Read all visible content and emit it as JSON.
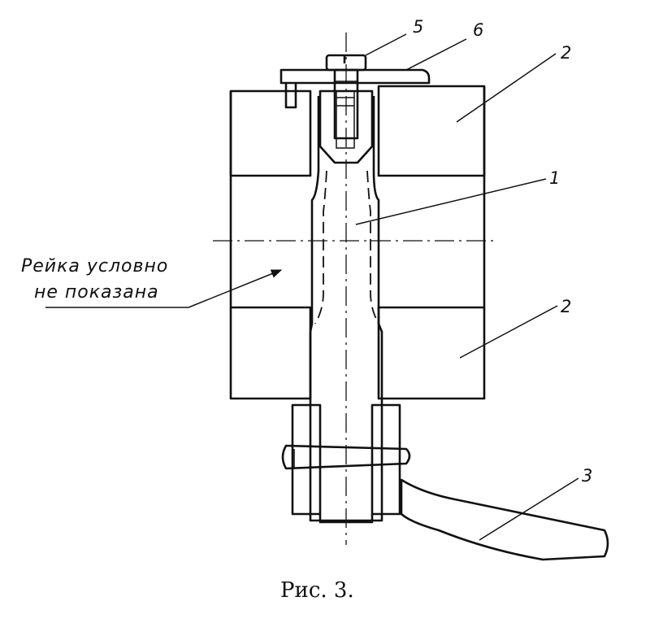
{
  "labels": {
    "pin": "1",
    "rack_upper": "2",
    "rack_lower": "2",
    "handle": "3",
    "screw": "5",
    "cap": "6"
  },
  "note": {
    "line1": "Рейка условно",
    "line2": "не показана"
  },
  "caption": "Рис. 3."
}
